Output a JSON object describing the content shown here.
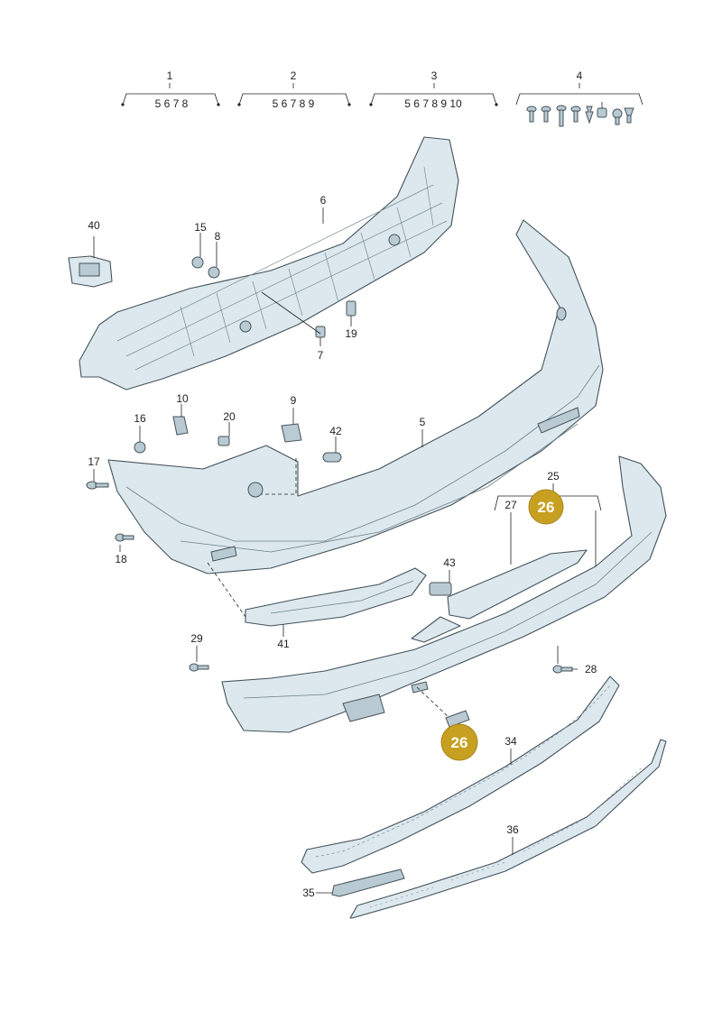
{
  "groups": [
    {
      "label": "1",
      "members": "5 6 7 8"
    },
    {
      "label": "2",
      "members": "5 6 7 8 9"
    },
    {
      "label": "3",
      "members": "5 6 7 8 9 10"
    },
    {
      "label": "4",
      "members": ""
    }
  ],
  "parts": {
    "p5": "5",
    "p6": "6",
    "p7": "7",
    "p8": "8",
    "p9": "9",
    "p10": "10",
    "p15": "15",
    "p16": "16",
    "p17": "17",
    "p18": "18",
    "p19": "19",
    "p20": "20",
    "p25": "25",
    "p27": "27",
    "p28": "28",
    "p29": "29",
    "p34": "34",
    "p35": "35",
    "p36": "36",
    "p40": "40",
    "p41": "41",
    "p42": "42",
    "p43": "43"
  },
  "badges": {
    "b26a": "26",
    "b26b": "26"
  },
  "colors": {
    "badge": "#c8a021",
    "part_fill": "#dce8ee",
    "outline": "#44525a"
  }
}
